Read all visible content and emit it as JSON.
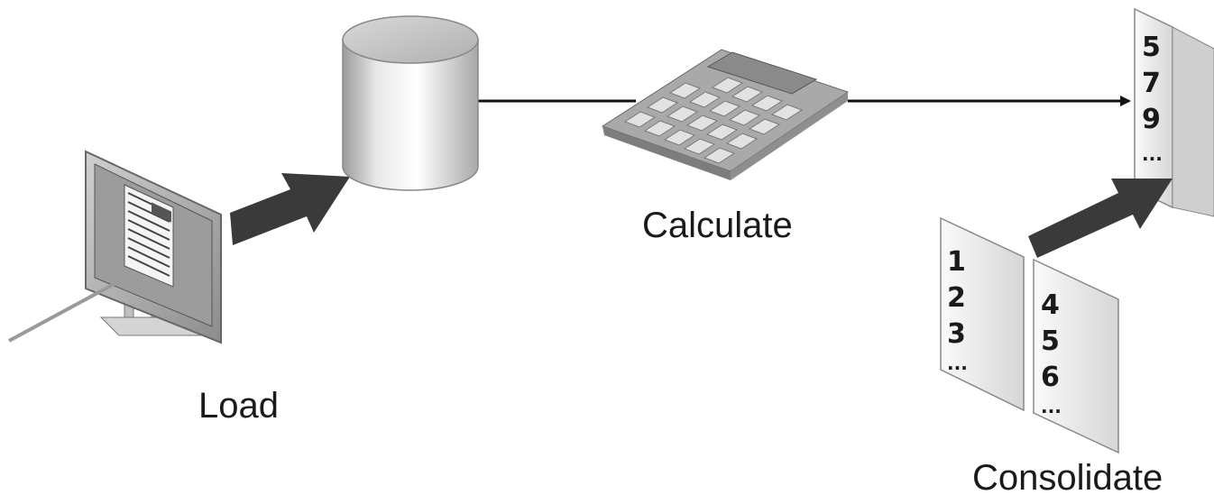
{
  "labels": {
    "load": "Load",
    "calculate": "Calculate",
    "consolidate": "Consolidate"
  },
  "pages": {
    "first": [
      "1",
      "2",
      "3",
      "..."
    ],
    "second": [
      "4",
      "5",
      "6",
      "..."
    ],
    "result": [
      "5",
      "7",
      "9",
      "..."
    ]
  },
  "colors": {
    "arrow": "#3a3a3a",
    "line": "#111111",
    "page": "#ececec",
    "monitor": "#b8b8b8"
  },
  "icons": [
    "monitor-icon",
    "database-icon",
    "calculator-icon",
    "document-icon"
  ]
}
